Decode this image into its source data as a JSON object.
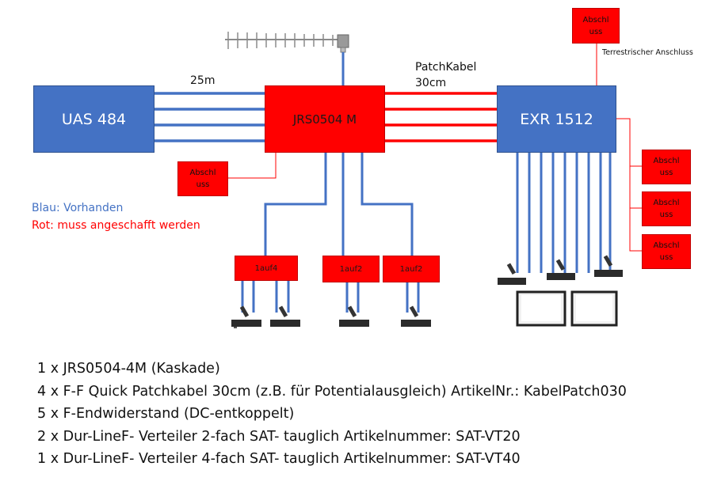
{
  "devices": {
    "uas": "UAS 484",
    "jrs": "JRS0504 M",
    "exr": "EXR 1512",
    "splitter_4": "1auf4",
    "splitter_2a": "1auf2",
    "splitter_2b": "1auf2",
    "terminator_label": "Abschl\nuss"
  },
  "terminators": [
    {
      "id": "top",
      "label": "Abschl uss"
    },
    {
      "id": "jrs",
      "label": "Abschl uss"
    },
    {
      "id": "exr-1",
      "label": "Abschl uss"
    },
    {
      "id": "exr-2",
      "label": "Abschl uss"
    },
    {
      "id": "exr-3",
      "label": "Abschl uss"
    }
  ],
  "labels": {
    "cable_25m": "25m",
    "patch_line1": "PatchKabel",
    "patch_line2": "30cm",
    "terrestrial": "Terrestrischer Anschluss"
  },
  "legend": {
    "blue": "Blau: Vorhanden",
    "red": "Rot: muss angeschafft werden",
    "blue_color": "#4472c4",
    "red_color": "#ff0000"
  },
  "colors": {
    "existing": "#4472c4",
    "to_buy": "#ff0000"
  },
  "shopping_list": [
    "1 x JRS0504-4M (Kaskade)",
    "4 x F-F Quick Patchkabel 30cm (z.B. für Potentialausgleich) ArtikelNr.: KabelPatch030",
    "5 x F-Endwiderstand (DC-entkoppelt)",
    "2 x Dur-LineF- Verteiler 2-fach SAT- tauglich Artikelnummer: SAT-VT20",
    "1 x Dur-LineF- Verteiler 4-fach SAT- tauglich Artikelnummer: SAT-VT40"
  ]
}
